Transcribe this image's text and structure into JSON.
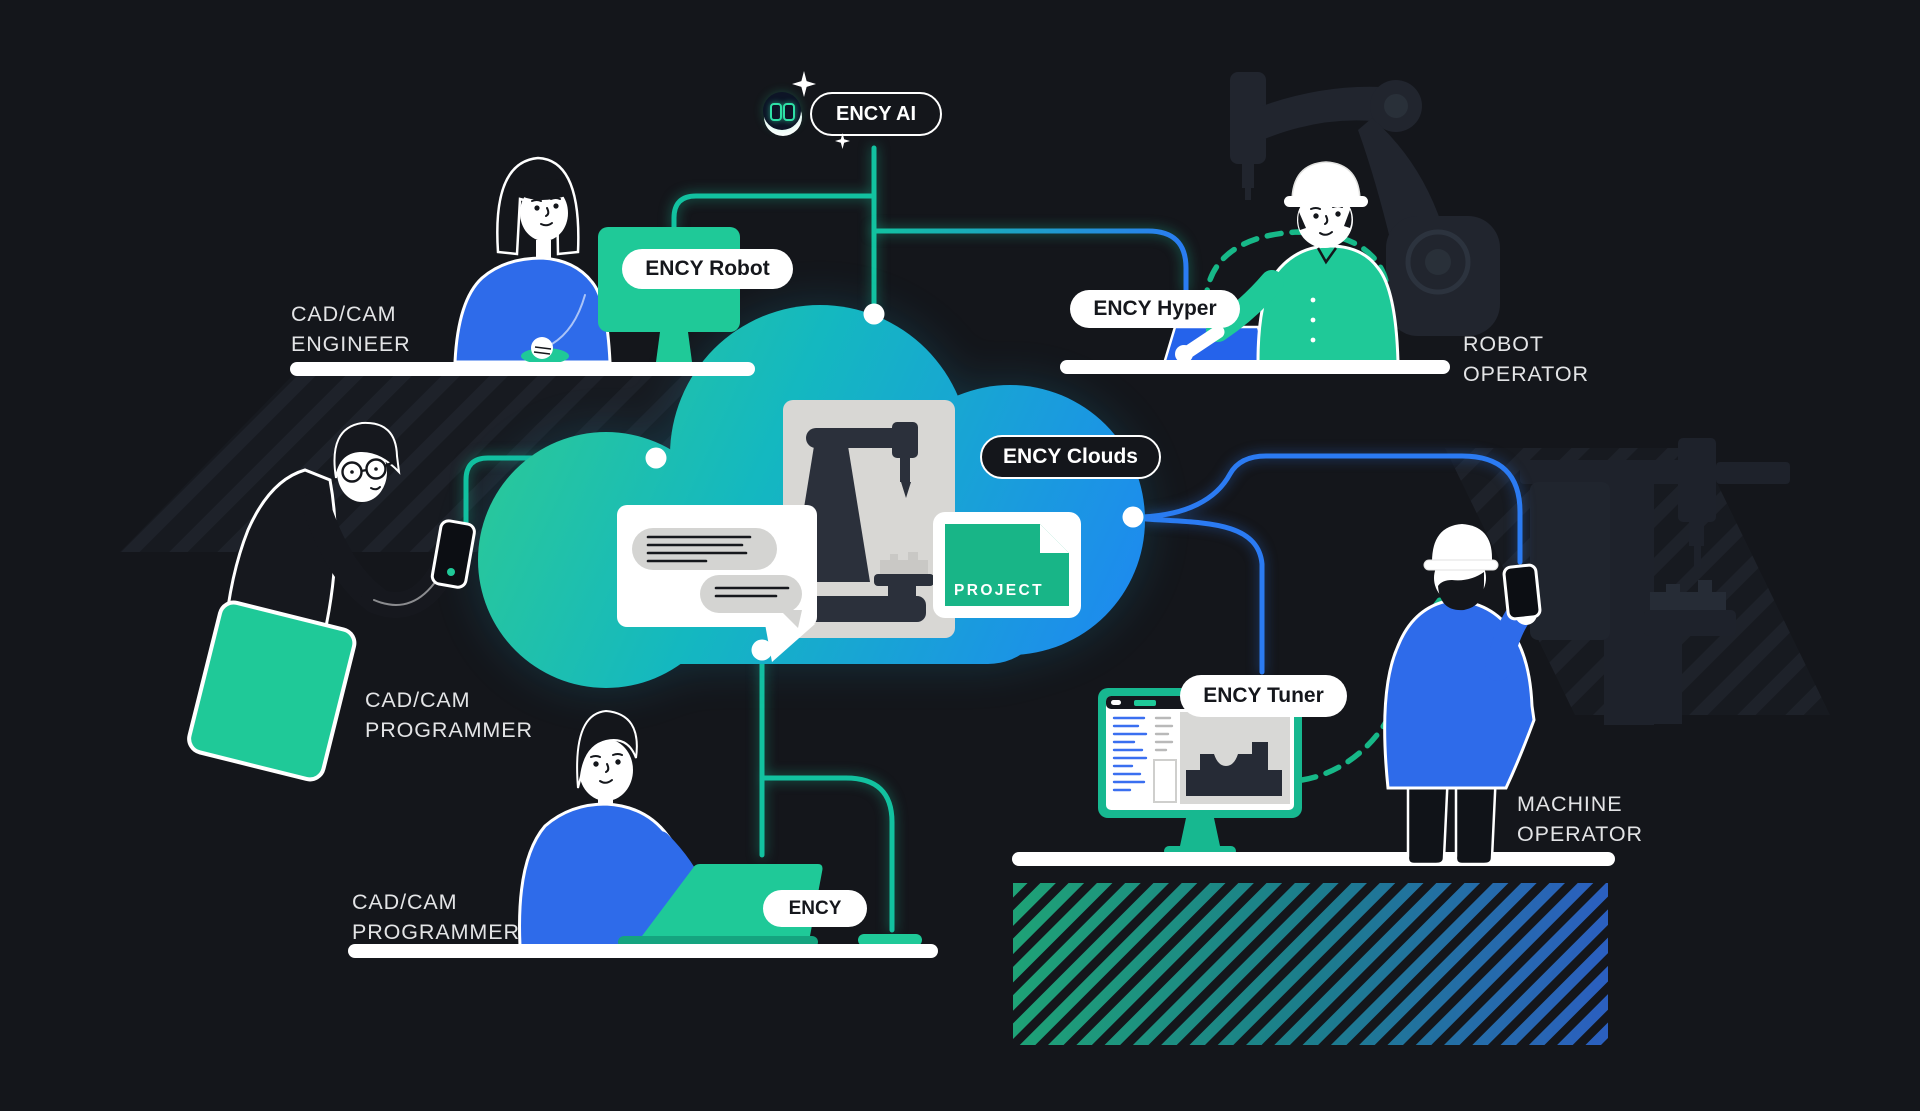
{
  "page": {
    "background": "#14161B",
    "type": "product-ecosystem-diagram"
  },
  "badges": {
    "ency_ai": {
      "label": "ENCY AI"
    },
    "ency_robot": {
      "label": "ENCY Robot"
    },
    "ency_hyper": {
      "label": "ENCY Hyper"
    },
    "ency_clouds": {
      "label": "ENCY Clouds"
    },
    "ency_tuner": {
      "label": "ENCY Tuner"
    },
    "ency": {
      "label": "ENCY"
    }
  },
  "roles": {
    "cadcam_engineer": {
      "line1": "CAD/CAM",
      "line2": "ENGINEER"
    },
    "robot_operator": {
      "line1": "ROBOT",
      "line2": "OPERATOR"
    },
    "cadcam_programmer_left": {
      "line1": "CAD/CAM",
      "line2": "PROGRAMMER"
    },
    "cadcam_programmer_bottom": {
      "line1": "CAD/CAM",
      "line2": "PROGRAMMER"
    },
    "machine_operator": {
      "line1": "MACHINE",
      "line2": "OPERATOR"
    }
  },
  "cloud": {
    "project_doc_label": "PROJECT"
  },
  "icons": {
    "ai_assistant": "ai-bot-face-icon",
    "sparkles": "sparkle-icon",
    "connection_nodes": "node-dot-icon",
    "chat": "chat-bubbles-icon",
    "machine_panel": "cnc-machine-icon",
    "project_document": "project-file-icon"
  },
  "colors": {
    "background": "#14161B",
    "accent_teal": "#12C2A0",
    "accent_green": "#1FC998",
    "accent_blue": "#2B7BF3",
    "cloud_gradient_start": "#2ECB92",
    "cloud_gradient_mid": "#14B8C0",
    "cloud_gradient_end": "#1E87F2",
    "pill_white": "#FFFFFF",
    "pill_text_dark": "#15171C",
    "label_text": "#E3E4E6",
    "project_green": "#18B587",
    "people_blue": "#2E6BEA",
    "silhouette_dark": "#20242D"
  }
}
